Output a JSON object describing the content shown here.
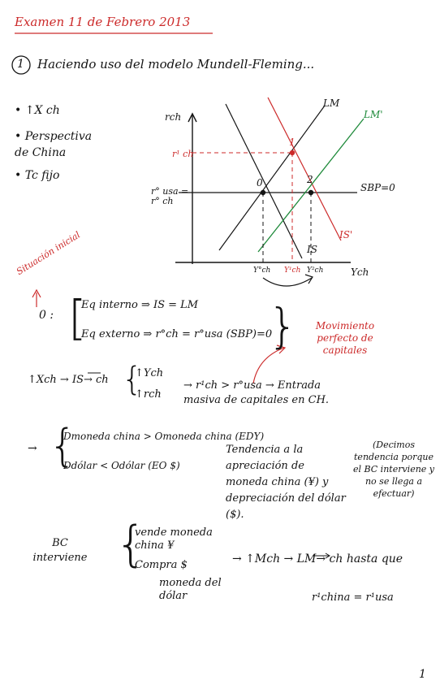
{
  "header": {
    "title": "Examen 11 de Febrero 2013",
    "exercise_number": "1",
    "exercise_title": "Haciendo uso del modelo Mundell-Fleming..."
  },
  "bullets": [
    "↑X ch",
    "Perspectiva de China",
    "Tc fijo"
  ],
  "graph": {
    "y_axis_label": "rch",
    "x_axis_label": "Ych",
    "r1_label": "r¹ ch",
    "r0_label": "r° usa = r° ch",
    "curve_labels": {
      "lm": "LM",
      "lm1": "LM'",
      "is": "IS",
      "is1": "IS'",
      "sbp": "SBP=0"
    },
    "points": [
      "0",
      "1",
      "2"
    ],
    "x_ticks": [
      "Y°ch",
      "Y¹ch",
      "Y²ch"
    ]
  },
  "annotation_initial": "Situación inicial",
  "equilibrium": {
    "point": "0 :",
    "internal": "Eq interno ⇒ IS = LM",
    "external": "Eq externo ⇒ r°ch = r°usa (SBP)=0"
  },
  "step1": {
    "lhs": "↑Xch → IS→ ch",
    "top": "↑Ych",
    "bottom": "↑rch",
    "result": "→ r¹ch > r°usa → Entrada masiva de capitales en CH.",
    "note": "Movimiento perfecto de capitales"
  },
  "step2": {
    "top": "Dmoneda china > Omoneda china (EDY)",
    "bottom": "Ddólar < Odólar (EO $)",
    "result": "Tendencia a la apreciación de moneda china (¥) y depreciación del dólar ($).",
    "note": "(Decimos tendencia porque el BC interviene y no se llega a efectuar)"
  },
  "step3": {
    "lhs": "BC interviene",
    "items": [
      "vende moneda china ¥",
      "Compra $",
      "moneda del dólar"
    ],
    "result": "→ ↑Mch → LM→ ch hasta que",
    "final": "r¹china = r¹usa"
  },
  "page_number": "1"
}
